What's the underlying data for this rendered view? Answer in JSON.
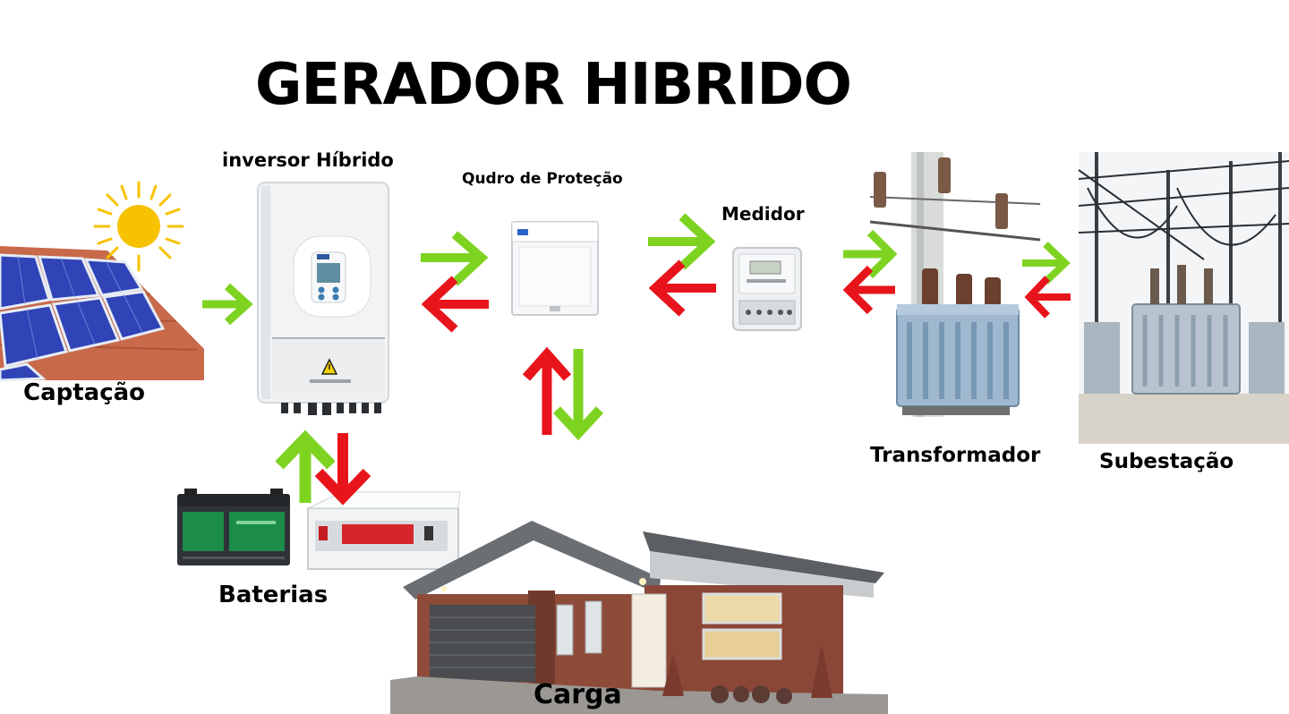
{
  "title": "GERADOR HIBRIDO",
  "labels": {
    "captacao": "Captação",
    "inversor": "inversor Híbrido",
    "quadro": "Qudro de Proteção",
    "medidor": "Medidor",
    "transformador": "Transformador",
    "subestacao": "Subestação",
    "baterias": "Baterias",
    "carga": "Carga"
  },
  "colors": {
    "arrow_green": "#7ed321",
    "arrow_red": "#e8141b",
    "sun": "#f7c200"
  },
  "icons": [
    "solar-panel-roof-image",
    "sun-icon",
    "hybrid-inverter-image",
    "protection-panel-image",
    "energy-meter-image",
    "transformer-image",
    "substation-image",
    "car-battery-image",
    "lithium-battery-image",
    "house-image"
  ]
}
